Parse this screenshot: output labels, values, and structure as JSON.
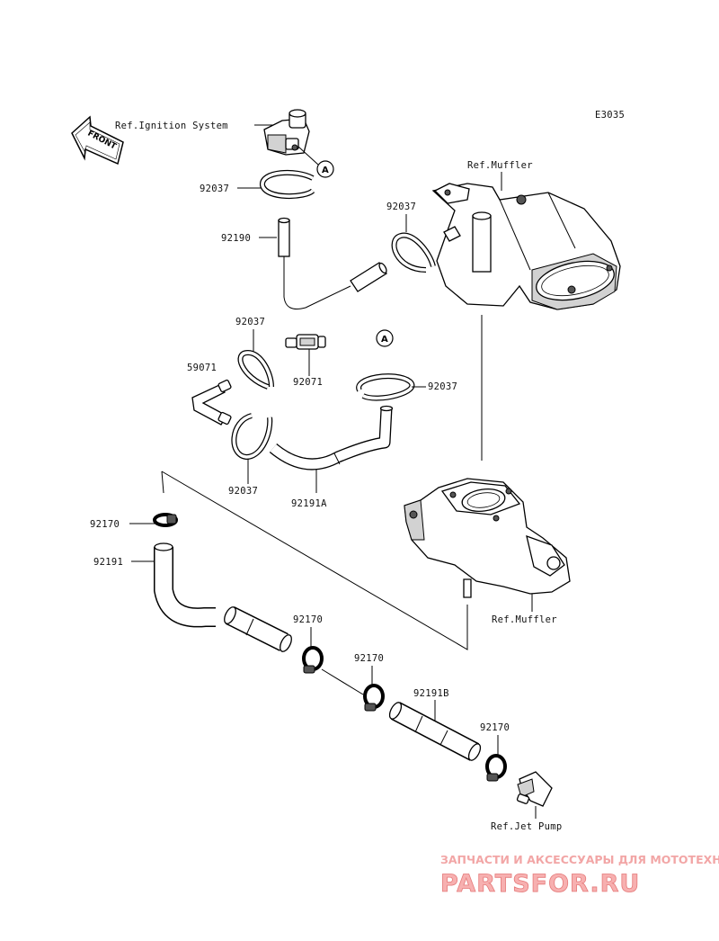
{
  "diagram_code": "E3035",
  "front_label": "FRONT",
  "callout_a": "A",
  "refs": {
    "ignition": "Ref.Ignition System",
    "muffler_top": "Ref.Muffler",
    "muffler_bottom": "Ref.Muffler",
    "jet_pump": "Ref.Jet Pump"
  },
  "labels": {
    "p92037_1": "92037",
    "p92190": "92190",
    "p92037_2": "92037",
    "p92037_3": "92037",
    "p59071": "59071",
    "p92071": "92071",
    "p92037_4": "92037",
    "p92037_5": "92037",
    "p92191A": "92191A",
    "p92170_1": "92170",
    "p92191": "92191",
    "p92170_2": "92170",
    "p92170_3": "92170",
    "p92191B": "92191B",
    "p92170_4": "92170"
  },
  "watermark": {
    "tagline": "ЗАПЧАСТИ И АКСЕССУАРЫ ДЛЯ МОТОТЕХНИКИ",
    "brand": "PARTSFOR.RU"
  }
}
